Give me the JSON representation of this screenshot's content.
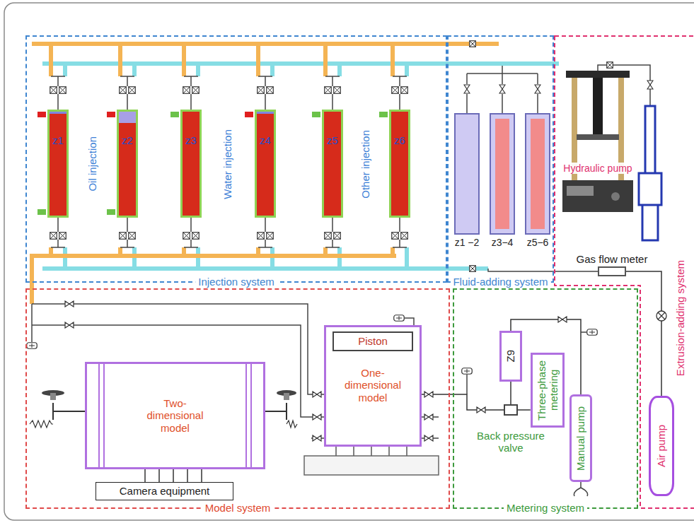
{
  "diagram": {
    "nodes": [
      {
        "text": [
          "Injection system"
        ]
      },
      {
        "text": [
          "z1"
        ],
        "in": 0
      },
      {
        "text": [
          "z2"
        ],
        "in": 0
      },
      {
        "text": [
          "z3"
        ],
        "in": 0
      },
      {
        "text": [
          "z4"
        ],
        "in": 0
      },
      {
        "text": [
          "z5"
        ],
        "in": 0
      },
      {
        "text": [
          "z6"
        ],
        "in": 0
      },
      {
        "text": [
          "Fluid-adding system"
        ]
      },
      {
        "text": [
          "z1 −2"
        ],
        "in": 7
      },
      {
        "text": [
          "z3−4"
        ],
        "in": 7
      },
      {
        "text": [
          "z5−6"
        ],
        "in": 7
      },
      {
        "text": [
          "Extrusion-adding system"
        ]
      },
      {
        "text": [
          "Hydraulic pump"
        ],
        "in": 11
      },
      {
        "text": [
          "Gas flow meter"
        ],
        "in": 11
      },
      {
        "text": [
          "Air pump"
        ],
        "in": 11
      },
      {
        "text": [
          "Model system"
        ]
      },
      {
        "text": [
          "Two-dimensional model"
        ],
        "in": 15
      },
      {
        "text": [
          "Camera equipment"
        ],
        "in": 15
      },
      {
        "text": [
          "One-dimensional model"
        ],
        "in": 15
      },
      {
        "text": [
          "Piston"
        ],
        "in": 18
      },
      {
        "text": [
          "Metering system"
        ]
      },
      {
        "text": [
          "Z9"
        ],
        "in": 20
      },
      {
        "text": [
          "Three-phase metering"
        ],
        "in": 20
      },
      {
        "text": [
          "Manual pump"
        ],
        "in": 20
      },
      {
        "text": [
          "Back pressure valve"
        ],
        "in": 20
      }
    ],
    "edges": [
      {
        "from": 18,
        "to": 24,
        "arrow": "none"
      },
      {
        "from": 24,
        "to": 22,
        "arrow": "none"
      },
      {
        "from": 21,
        "to": 24,
        "arrow": "none"
      },
      {
        "from": 21,
        "to": 23,
        "arrow": "none"
      },
      {
        "from": 14,
        "to": 13,
        "arrow": "none"
      },
      {
        "from": 16,
        "to": 17,
        "arrow": "none"
      }
    ],
    "labels": [
      "Oil injection",
      "Water injection",
      "Other injection"
    ]
  }
}
